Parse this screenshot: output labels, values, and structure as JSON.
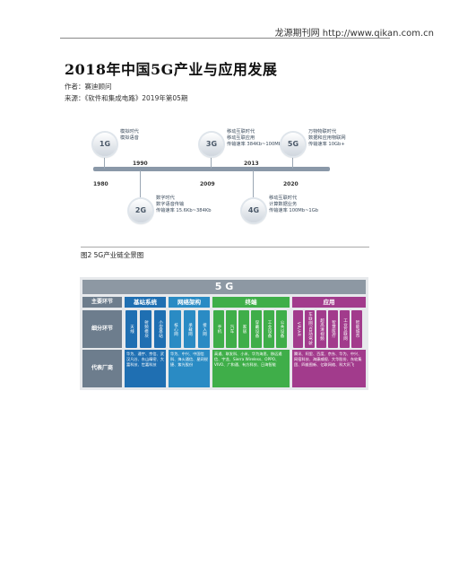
{
  "header": {
    "source": "龙源期刊网 http://www.qikan.com.cn"
  },
  "article": {
    "title": "2018年中国5G产业与应用发展",
    "author": "作者：赛迪顾问",
    "origin": "来源：《软件和集成电路》2019年第05期"
  },
  "timeline": {
    "nodes": [
      {
        "gen": "1G",
        "lines": [
          "模拟时代",
          "模拟语音"
        ]
      },
      {
        "gen": "2G",
        "lines": [
          "数字时代",
          "数字语音传输",
          "传输速率 15.6Kb~384Kb"
        ]
      },
      {
        "gen": "3G",
        "lines": [
          "移动互联时代",
          "移动互联应用",
          "传输速率 384Kb~100Mb"
        ]
      },
      {
        "gen": "4G",
        "lines": [
          "移动互联时代",
          "计算数据业务",
          "传输速率 100Mb~1Gb"
        ]
      },
      {
        "gen": "5G",
        "lines": [
          "万物物联时代",
          "数据和应用物联网",
          "传输速率 10Gb+"
        ]
      }
    ],
    "years": [
      "1980",
      "1990",
      "2009",
      "2013",
      "2020"
    ]
  },
  "figure": {
    "caption": "图2 5G产业链全景图"
  },
  "chain": {
    "banner": "5 G",
    "row_labels": [
      "主要环节",
      "细分环节",
      "代表厂商"
    ],
    "columns": [
      {
        "name": "基站系统",
        "color": "#1f6fb2",
        "cells": [
          "天线",
          "射频模块",
          "小型基站"
        ],
        "vendors": "华为、通宇、京信、武汉凡谷、东山精密、大富科技、世嘉科技"
      },
      {
        "name": "网络架构",
        "color": "#2a8bc4",
        "cells": [
          "核心网",
          "承载网",
          "接入网"
        ],
        "vendors": "华为、中兴、中国信科、烽火通信、星网锐捷、紫光股份"
      },
      {
        "name": "终端",
        "color": "#3fae49",
        "cells": [
          "手机",
          "汽车",
          "家居",
          "穿戴设备",
          "工业设备",
          "公共设备"
        ],
        "vendors": "高通、联发科、小米、华为海思、移远通信、宇龙、Sierra Wireless、OPPO、VIVO、广和通、有方科技、日海智能"
      },
      {
        "name": "应用",
        "color": "#a23b8c",
        "cells": [
          "VR/AR",
          "车联网/自动驾驶",
          "超高清视频",
          "智慧医疗",
          "工业互联网",
          "智能城市"
        ],
        "vendors": "腾讯、阿里、百度、京东、华为、中兴、网宿科技、海康威视、大华股份、东软集团、四维图新、亿联网络、科大讯飞"
      }
    ]
  }
}
